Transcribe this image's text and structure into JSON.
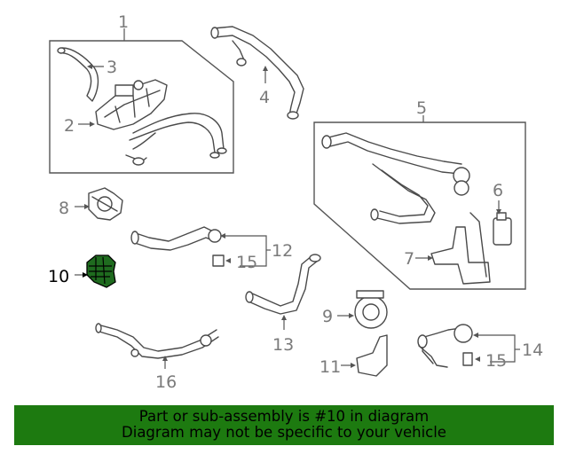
{
  "callouts": {
    "c1": "1",
    "c2": "2",
    "c3": "3",
    "c4": "4",
    "c5": "5",
    "c6": "6",
    "c7": "7",
    "c8": "8",
    "c9": "9",
    "c10": "10",
    "c11": "11",
    "c12": "12",
    "c13": "13",
    "c14": "14",
    "c15a": "15",
    "c15b": "15",
    "c16": "16"
  },
  "highlighted_part": "10",
  "colors": {
    "highlight": "#1f6b1f",
    "banner": "#1d7a10",
    "line_art": "#4a4a4a",
    "callout_text": "#7a7a7a"
  },
  "banner": {
    "line1": "Part or sub-assembly is #10 in diagram",
    "line2": "Diagram may not be specific to your vehicle"
  }
}
